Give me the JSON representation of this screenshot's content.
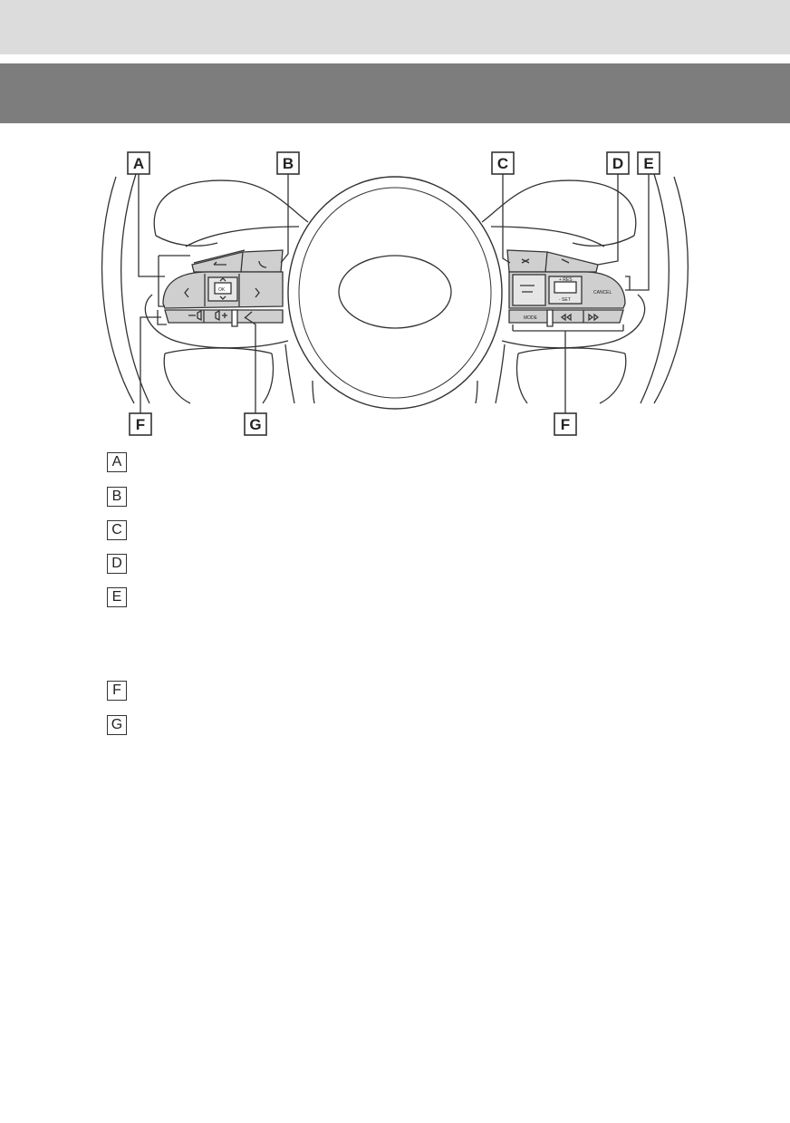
{
  "callouts": {
    "a": "A",
    "b": "B",
    "c": "C",
    "d": "D",
    "e": "E",
    "f_left": "F",
    "g": "G",
    "f_right": "F"
  },
  "buttons": {
    "ok": "OK",
    "res": "+ RES",
    "set": "- SET",
    "cancel": "CANCEL",
    "mode": "MODE"
  },
  "legend": [
    "A",
    "B",
    "C",
    "D",
    "E",
    "F",
    "G"
  ]
}
